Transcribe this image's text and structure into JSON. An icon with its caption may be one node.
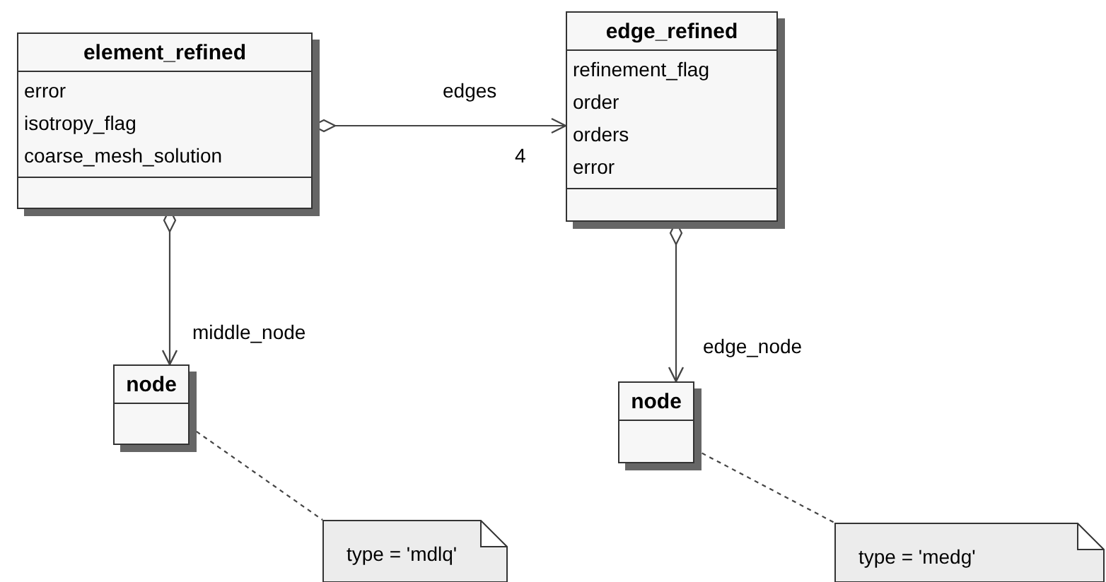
{
  "diagram": {
    "nodes": [
      {
        "text": [
          "element_refined",
          "error",
          "isotropy_flag",
          "coarse_mesh_solution"
        ]
      },
      {
        "text": [
          "edge_refined",
          "refinement_flag",
          "order",
          "orders",
          "error"
        ]
      },
      {
        "text": [
          "node"
        ]
      },
      {
        "text": [
          "node"
        ]
      },
      {
        "text": [
          "type = 'mdlq'"
        ]
      },
      {
        "text": [
          "type = 'medg'"
        ]
      }
    ],
    "edges": [
      {
        "from": 0,
        "to": 1,
        "arrow": "to",
        "label": "edges"
      },
      {
        "from": 0,
        "to": 2,
        "arrow": "to",
        "label": "middle_node"
      },
      {
        "from": 1,
        "to": 3,
        "arrow": "to",
        "label": "edge_node"
      },
      {
        "from": 2,
        "to": 4,
        "arrow": "none",
        "style": "dashed"
      },
      {
        "from": 3,
        "to": 5,
        "arrow": "none",
        "style": "dashed"
      }
    ],
    "labels": [
      "4"
    ]
  }
}
